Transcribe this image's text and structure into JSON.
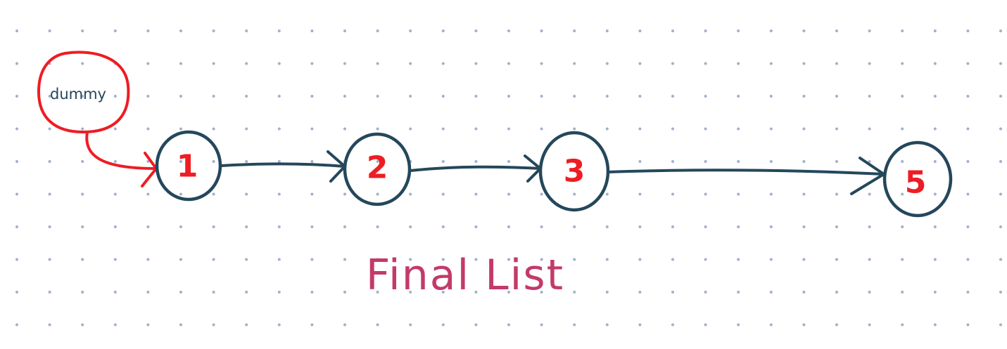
{
  "colors": {
    "background": "#ffffff",
    "dot_grid": "#9fb1cc",
    "node_stroke": "#24475b",
    "node_text": "#ee1c24",
    "dummy_stroke": "#ee1c24",
    "dummy_text": "#24475b",
    "arrow": "#24475b",
    "dummy_arrow": "#ee1c24",
    "caption": "#c33a6a"
  },
  "diagram": {
    "type": "linked-list",
    "dummy": {
      "label": "dummy"
    },
    "nodes": [
      {
        "label": "1"
      },
      {
        "label": "2"
      },
      {
        "label": "3"
      },
      {
        "label": "5"
      }
    ],
    "links": [
      {
        "from": "dummy",
        "to": "1"
      },
      {
        "from": "1",
        "to": "2"
      },
      {
        "from": "2",
        "to": "3"
      },
      {
        "from": "3",
        "to": "5"
      }
    ],
    "caption": "Final List"
  }
}
